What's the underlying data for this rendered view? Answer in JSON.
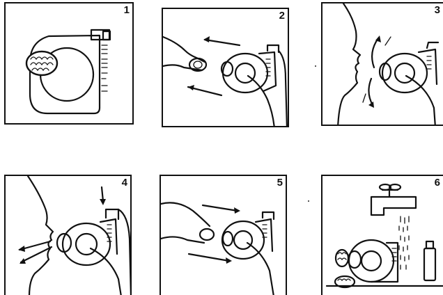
{
  "steps": [
    {
      "number": "1"
    },
    {
      "number": "2"
    },
    {
      "number": "3"
    },
    {
      "number": "4"
    },
    {
      "number": "5"
    },
    {
      "number": "6"
    }
  ]
}
